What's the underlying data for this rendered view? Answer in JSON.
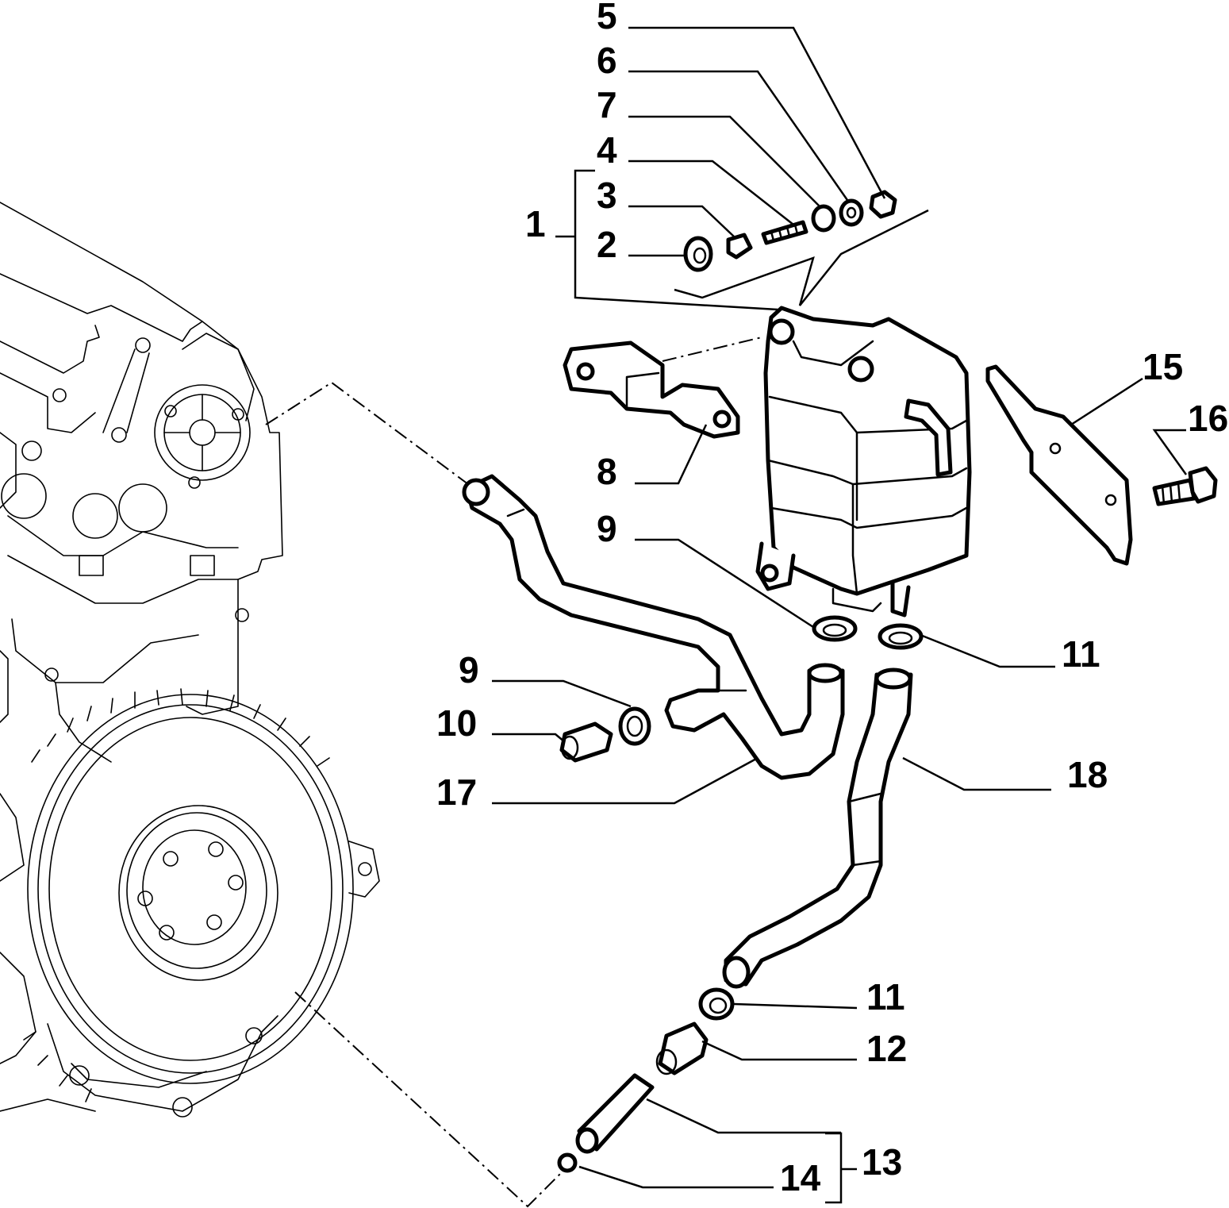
{
  "diagram": {
    "callouts": [
      {
        "id": "c5",
        "label": "5"
      },
      {
        "id": "c6",
        "label": "6"
      },
      {
        "id": "c7",
        "label": "7"
      },
      {
        "id": "c4",
        "label": "4"
      },
      {
        "id": "c3",
        "label": "3"
      },
      {
        "id": "c1",
        "label": "1"
      },
      {
        "id": "c2",
        "label": "2"
      },
      {
        "id": "c15",
        "label": "15"
      },
      {
        "id": "c16",
        "label": "16"
      },
      {
        "id": "c8",
        "label": "8"
      },
      {
        "id": "c9a",
        "label": "9"
      },
      {
        "id": "c11a",
        "label": "11"
      },
      {
        "id": "c9b",
        "label": "9"
      },
      {
        "id": "c10",
        "label": "10"
      },
      {
        "id": "c18",
        "label": "18"
      },
      {
        "id": "c17",
        "label": "17"
      },
      {
        "id": "c11b",
        "label": "11"
      },
      {
        "id": "c12",
        "label": "12"
      },
      {
        "id": "c13",
        "label": "13"
      },
      {
        "id": "c14",
        "label": "14"
      }
    ]
  }
}
